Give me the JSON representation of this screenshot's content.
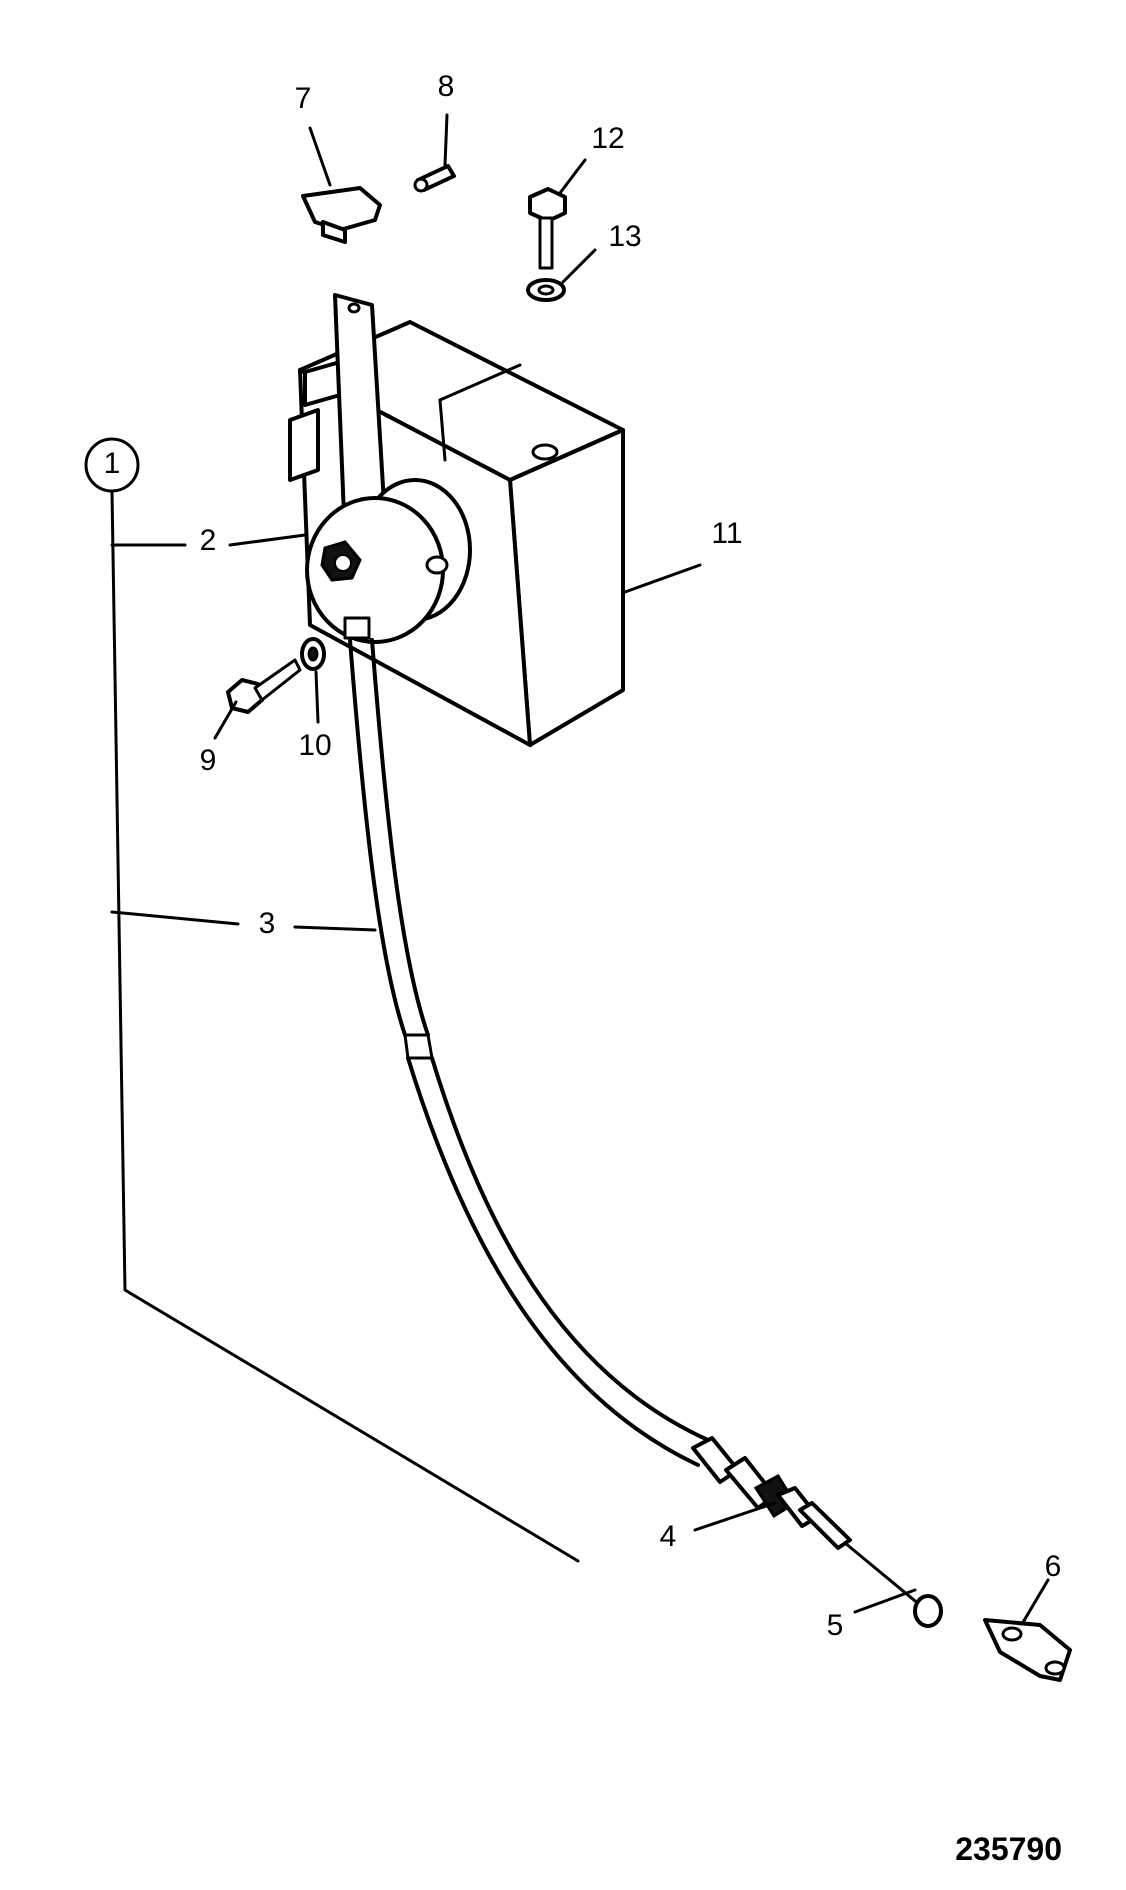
{
  "figure": {
    "id": "235790"
  },
  "callouts": {
    "c1": "1",
    "c2": "2",
    "c3": "3",
    "c4": "4",
    "c5": "5",
    "c6": "6",
    "c7": "7",
    "c8": "8",
    "c9": "9",
    "c10": "10",
    "c11": "11",
    "c12": "12",
    "c13": "13"
  }
}
